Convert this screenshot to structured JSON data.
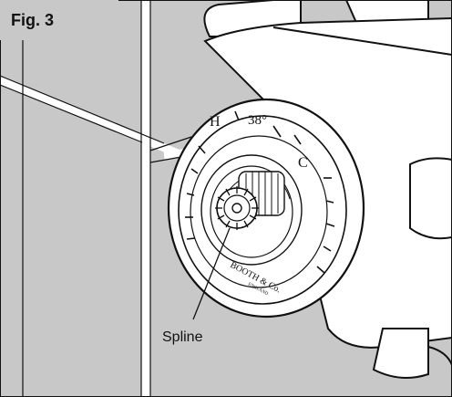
{
  "figure": {
    "label": "Fig. 3",
    "callout": "Spline"
  },
  "dial": {
    "hot_mark": "H",
    "cold_mark": "C",
    "temperature_mark": "38°",
    "brand_line1": "BOOTH & Co.",
    "brand_line2": "ENGLAND"
  },
  "colors": {
    "tile": "#c8c8c8",
    "grout": "#ffffff",
    "line": "#111111",
    "metal": "#ffffff"
  }
}
